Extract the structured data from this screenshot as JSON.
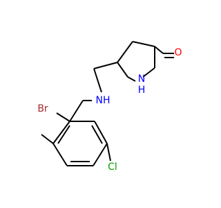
{
  "molecule": {
    "atoms": {
      "oxygen": "O",
      "ring_nitrogen": "N",
      "ring_nitrogen_h": "H",
      "amine_nitrogen": "NH",
      "bromine": "Br",
      "chlorine": "Cl"
    },
    "colors": {
      "bond": "#000000",
      "oxygen": "#ff0000",
      "nitrogen": "#0000ff",
      "bromine": "#a52a2a",
      "chlorine": "#00a000"
    }
  }
}
